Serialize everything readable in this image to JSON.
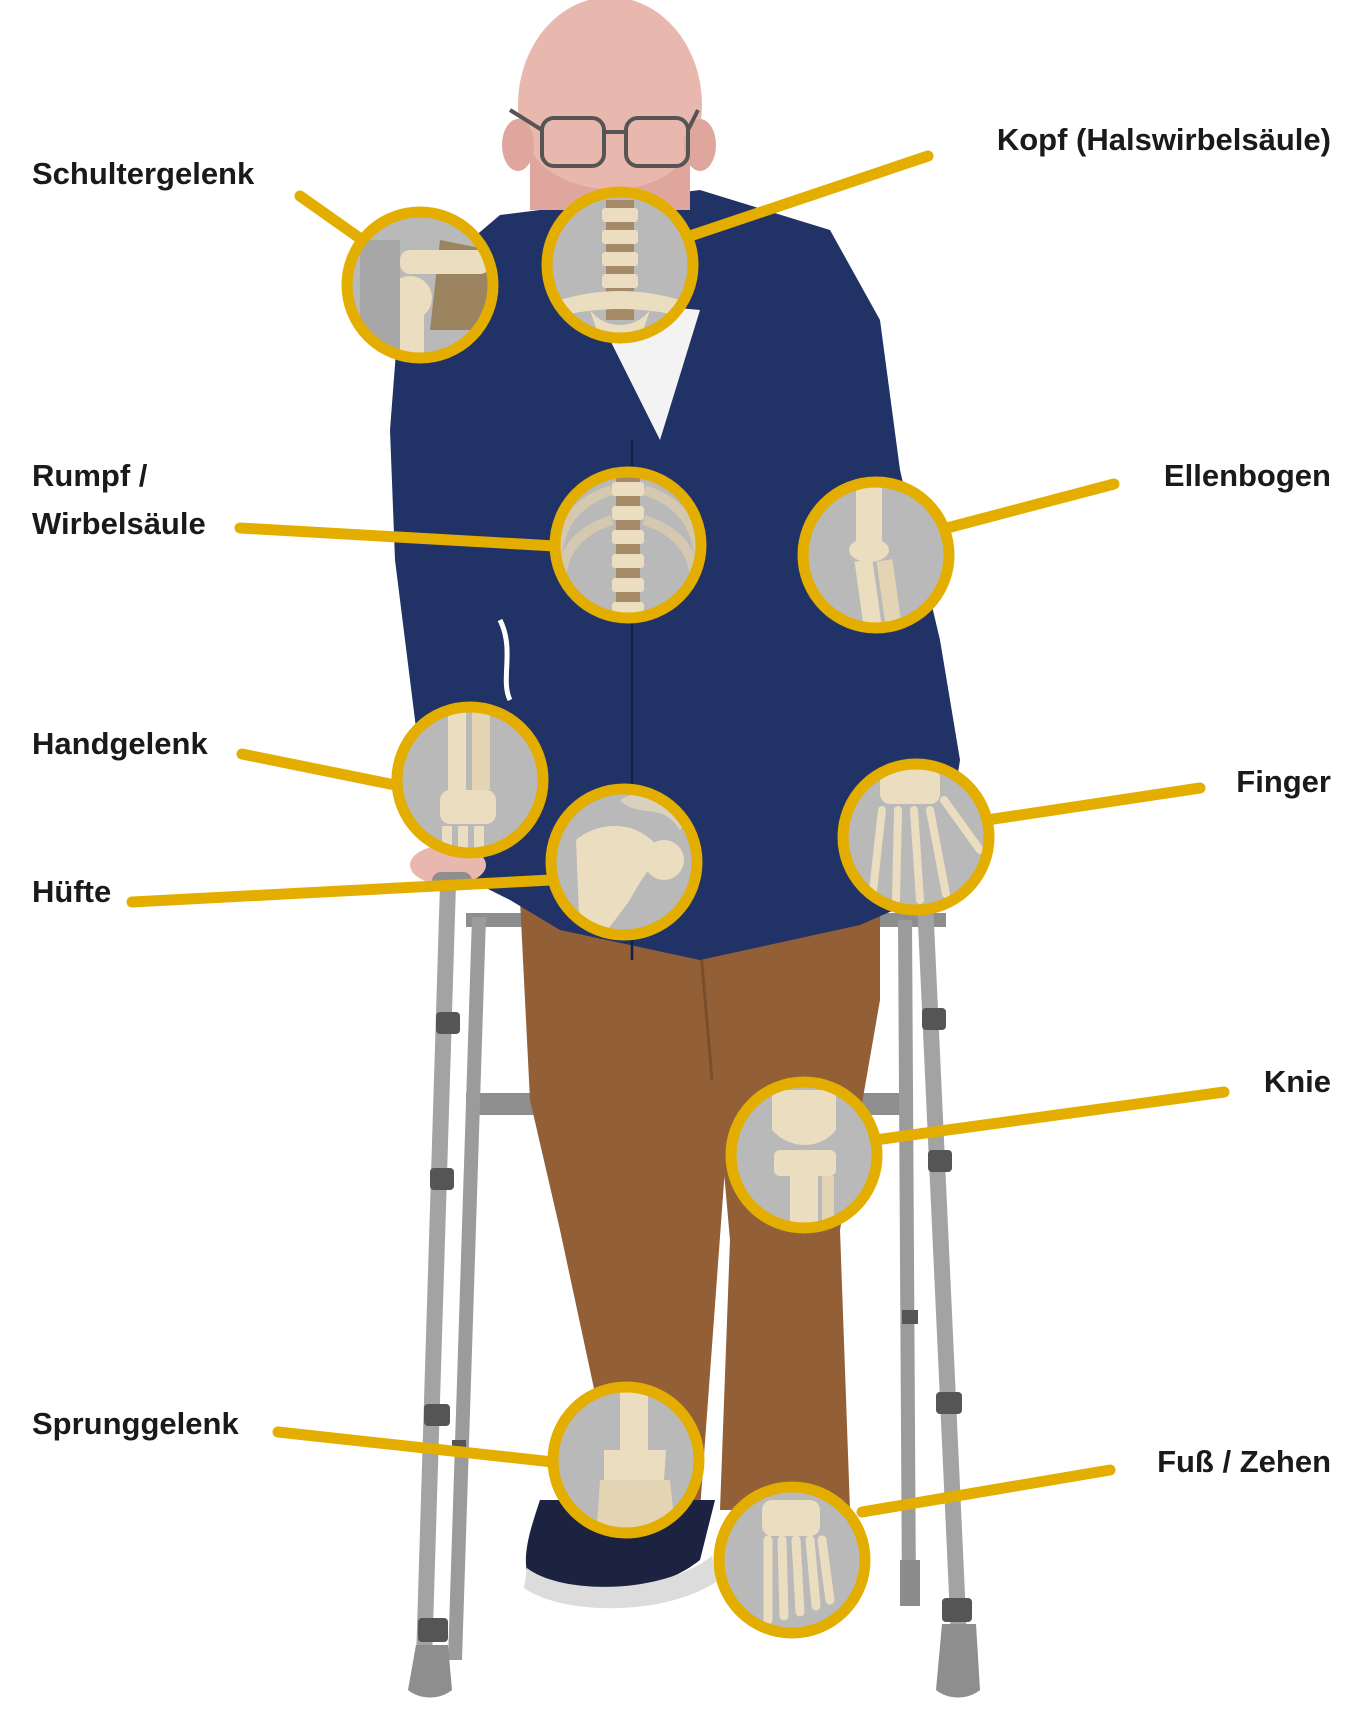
{
  "colors": {
    "accent": "#E3AE00",
    "jacket": "#213266",
    "trousers": "#925F37",
    "skin": "#E8B8AE",
    "walker": "#8E8E8E",
    "bone": "#EBDDBF",
    "bone_shadow": "#B9B9B9"
  },
  "figure": {
    "subject": "elderly man with walking frame",
    "icon": "person-with-walker"
  },
  "labels": {
    "schultergelenk": "Schultergelenk",
    "kopf": "Kopf (Halswirbelsäule)",
    "rumpf_line1": "Rumpf /",
    "rumpf_line2": "Wirbelsäule",
    "ellenbogen": "Ellenbogen",
    "handgelenk": "Handgelenk",
    "finger": "Finger",
    "huefte": "Hüfte",
    "knie": "Knie",
    "sprunggelenk": "Sprunggelenk",
    "fuss": "Fuß / Zehen"
  }
}
